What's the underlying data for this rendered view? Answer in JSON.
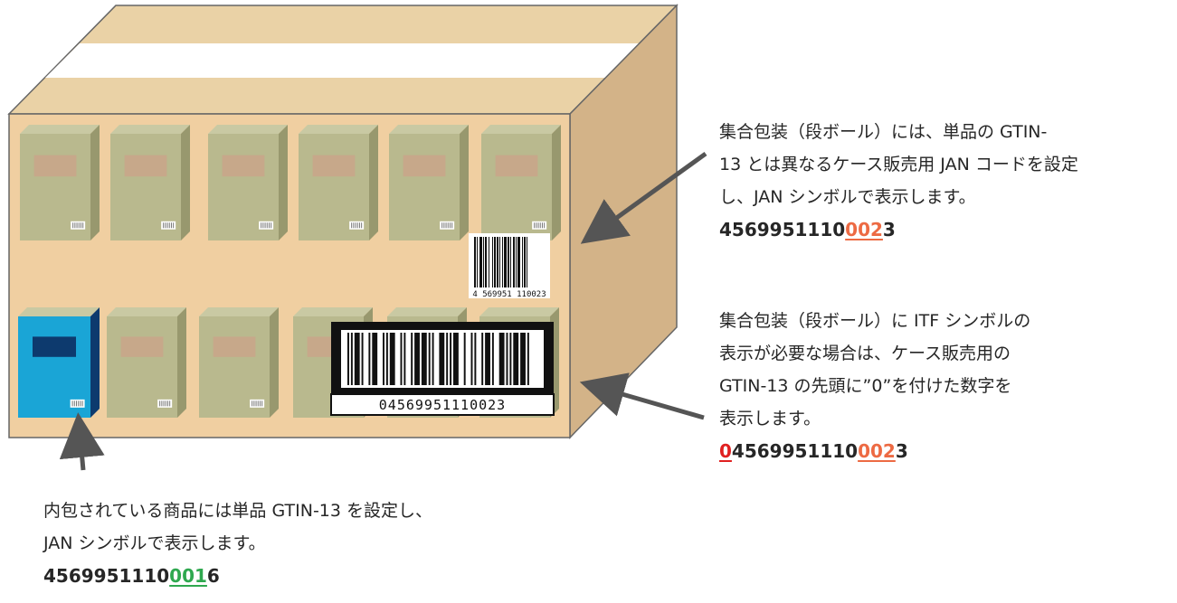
{
  "annotations": {
    "case_jan": {
      "lines": [
        "集合包装（段ボール）には、単品の GTIN-",
        "13 とは異なるケース販売用 JAN コードを設定",
        "し、JAN シンボルで表示します。"
      ],
      "number": {
        "prefix": "",
        "lead": "",
        "body": "4569951110",
        "highlight": "002",
        "suffix": "3"
      }
    },
    "case_itf": {
      "lines": [
        "集合包装（段ボール）に ITF シンボルの",
        "表示が必要な場合は、ケース販売用の",
        "GTIN-13 の先頭に”0”を付けた数字を",
        "表示します。"
      ],
      "number": {
        "lead": "0",
        "body": "4569951110",
        "highlight": "002",
        "suffix": "3"
      }
    },
    "inner_item": {
      "lines": [
        "内包されている商品には単品 GTIN-13 を設定し、",
        "JAN シンボルで表示します。"
      ],
      "number": {
        "body": "4569951110",
        "highlight": "001",
        "suffix": "6"
      }
    }
  },
  "barcodes": {
    "jan_small_text": "4 569951 110023",
    "itf_text": "04569951110023"
  },
  "colors": {
    "box_front": "#f0cfa1",
    "box_top": "#ead2a6",
    "box_side": "#d3b388",
    "tape": "#ffffff",
    "inner_item": "#b9b98e",
    "inner_item_highlight": "#1aa5d6",
    "highlight_orange": "#ed6a43",
    "highlight_red": "#e02020",
    "highlight_green": "#2fa84f"
  }
}
